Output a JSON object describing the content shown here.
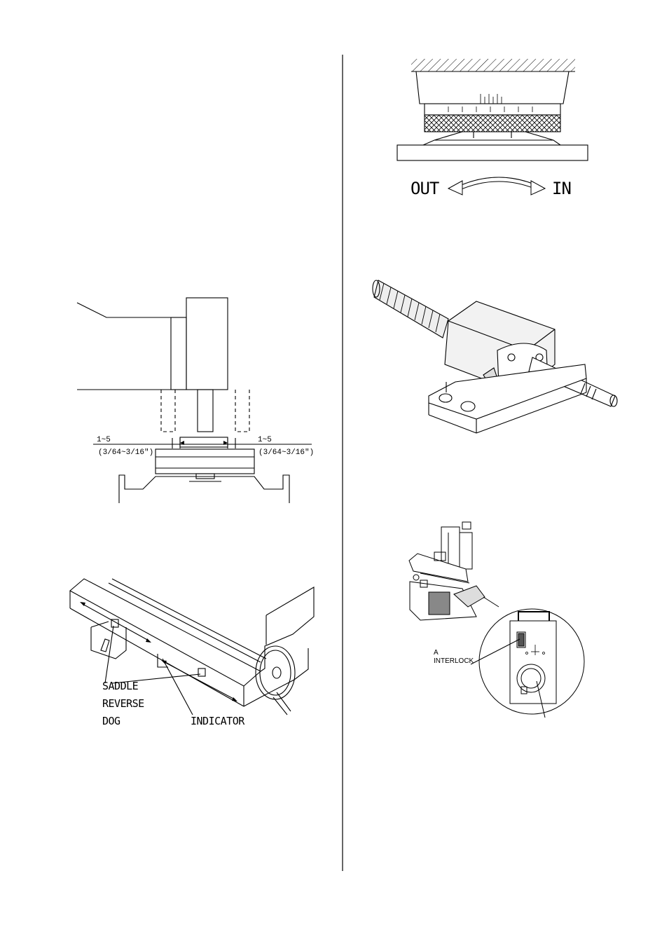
{
  "fig_gap": {
    "left_dim": "1~5",
    "left_dim_inch": "(3/64~3/16\")",
    "right_dim": "1~5",
    "right_dim_inch": "(3/64~3/16\")"
  },
  "fig_saddle": {
    "saddle": "SADDLE",
    "reverse": "REVERSE",
    "dog": "DOG",
    "indicator": "INDICATOR"
  },
  "fig_handwheel": {
    "out_label": "OUT",
    "in_label": "IN"
  },
  "fig_control": {
    "callout_a": "A",
    "interlock": "INTERLOCK"
  }
}
